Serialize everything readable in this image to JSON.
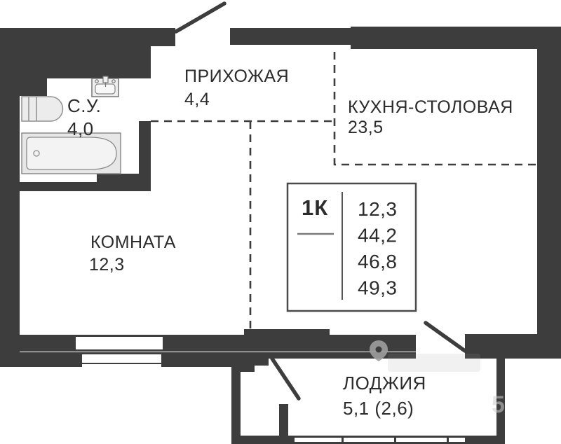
{
  "plan": {
    "title": "1K apartment floor plan",
    "rooms": {
      "hallway": {
        "label": "ПРИХОЖАЯ",
        "area": "4,4"
      },
      "kitchen": {
        "label": "КУХНЯ-СТОЛОВАЯ",
        "area": "23,5"
      },
      "bathroom": {
        "label": "С.У.",
        "area": "4,0"
      },
      "room": {
        "label": "КОМНАТА",
        "area": "12,3"
      },
      "loggia": {
        "label": "ЛОДЖИЯ",
        "area": "5,1 (2,6)"
      }
    },
    "legend": {
      "type": "1К",
      "values": [
        "12,3",
        "44,2",
        "46,8",
        "49,3"
      ]
    },
    "watermark": {
      "digit": "5"
    },
    "colors": {
      "wall": "#3d3d3d",
      "text": "#2c2c2c",
      "fixture_fill": "#e9e9e9",
      "fixture_stroke": "#8f8f8f",
      "legend_border": "#4a4a4a",
      "watermark": "#9d9d9d"
    }
  }
}
